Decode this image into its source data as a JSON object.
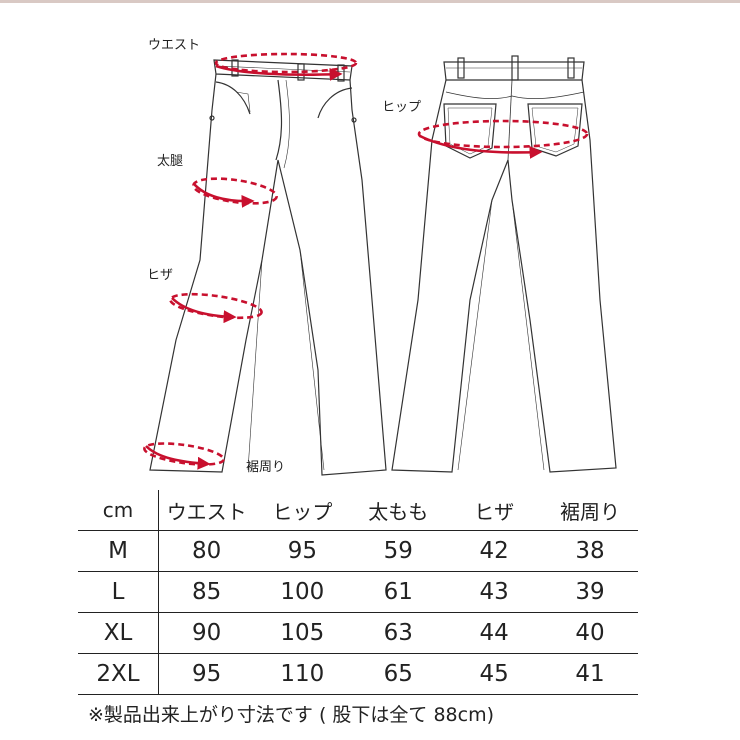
{
  "labels": {
    "waist": "ウエスト",
    "thigh": "太腿",
    "knee": "ヒザ",
    "hem": "裾周り",
    "hip": "ヒップ"
  },
  "table": {
    "headers": [
      "cm",
      "ウエスト",
      "ヒップ",
      "太もも",
      "ヒザ",
      "裾周り"
    ],
    "rows": [
      [
        "M",
        "80",
        "95",
        "59",
        "42",
        "38"
      ],
      [
        "L",
        "85",
        "100",
        "61",
        "43",
        "39"
      ],
      [
        "XL",
        "90",
        "105",
        "63",
        "44",
        "40"
      ],
      [
        "2XL",
        "95",
        "110",
        "65",
        "45",
        "41"
      ]
    ]
  },
  "footnote": "※製品出来上がり寸法です ( 股下は全て 88cm)",
  "colors": {
    "accent": "#c8102e",
    "line": "#333333"
  }
}
